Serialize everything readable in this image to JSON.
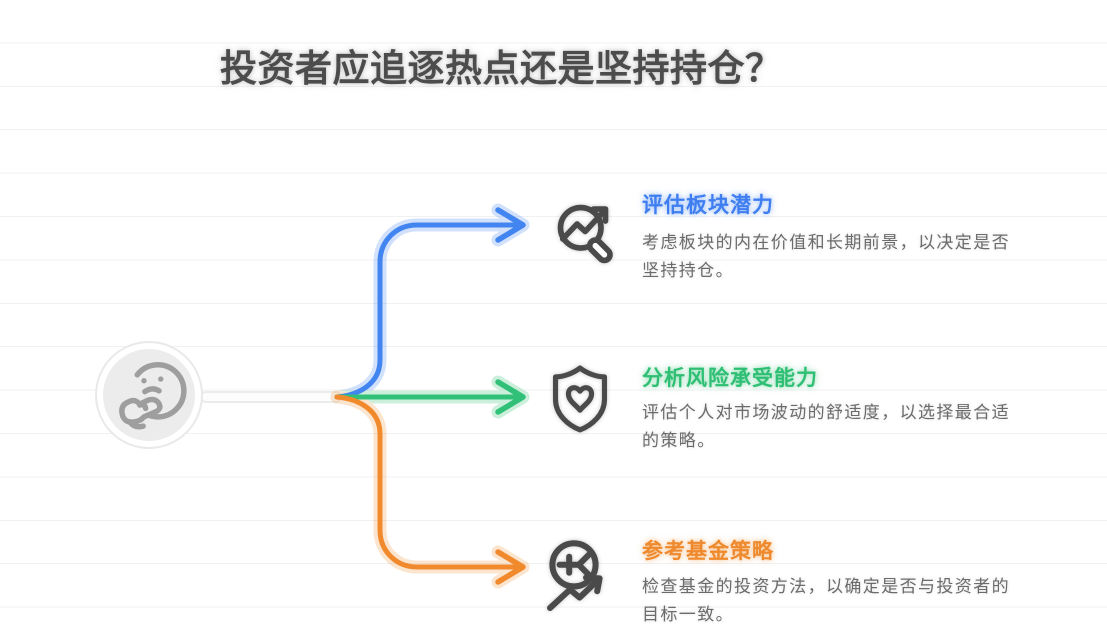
{
  "title": {
    "text": "投资者应追逐热点还是坚持持仓？",
    "color": "#4c4c4c"
  },
  "center": {
    "icon": "thinking-face-icon"
  },
  "branches": [
    {
      "id": "evaluate-sector-potential",
      "heading": "评估板块潜力",
      "description": "考虑板块的内在价值和长期前景，以决定是否坚持持仓。",
      "color": "#3f7ef0",
      "icon": "trend-search-icon"
    },
    {
      "id": "analyze-risk-tolerance",
      "heading": "分析风险承受能力",
      "description": "评估个人对市场波动的舒适度，以选择最合适的策略。",
      "color": "#2fbf74",
      "icon": "shield-heart-icon"
    },
    {
      "id": "reference-fund-strategy",
      "heading": "参考基金策略",
      "description": "检查基金的投资方法，以确定是否与投资者的目标一致。",
      "color": "#ee8a2d",
      "icon": "yuan-trend-icon"
    }
  ],
  "palette": {
    "background": "#ffffff",
    "ruled_line": "#f1f1f1",
    "icon_gray": "#4a4a4a",
    "title_gray": "#4c4c4c",
    "description_gray": "#6b6b6b",
    "center_node_fill": "#ececec"
  }
}
